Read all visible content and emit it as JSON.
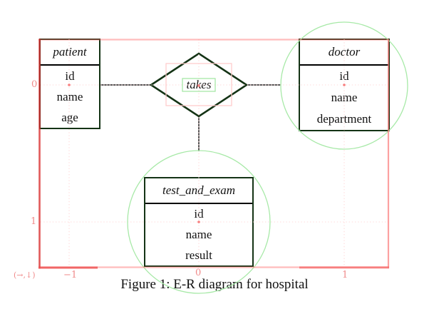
{
  "caption": "Figure 1: E-R diagram for hospital",
  "er": {
    "patient": {
      "title": "patient",
      "attrs": [
        "id",
        "name",
        "age"
      ]
    },
    "doctor": {
      "title": "doctor",
      "attrs": [
        "id",
        "name",
        "department"
      ]
    },
    "test": {
      "title": "test_and_exam",
      "attrs": [
        "id",
        "name",
        "result"
      ]
    },
    "relation": {
      "title": "takes"
    }
  },
  "debug": {
    "row0": "0",
    "row1": "1",
    "col_m1": "−1",
    "col0": "0",
    "col1": "1",
    "axes": "(→,↓)"
  },
  "colors": {
    "node_stroke": "#143315",
    "divider": "#000000",
    "connector": "#1c1c1c",
    "debug_red_dark": "#e05454",
    "debug_pink": "#ffabab",
    "debug_dotted": "#ffd9d9",
    "debug_label": "#f08b8b",
    "debug_green": "#a7e9a7",
    "background": "#ffffff",
    "text": "#111111"
  }
}
